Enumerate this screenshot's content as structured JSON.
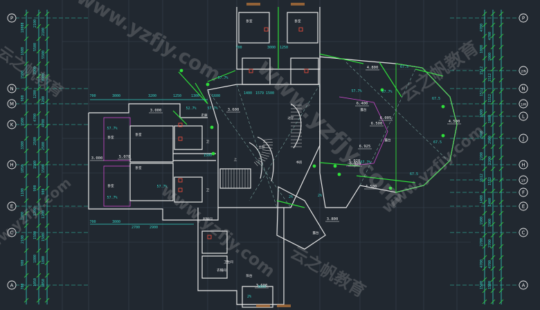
{
  "grid_axes_left": [
    "P",
    "N",
    "M",
    "K",
    "H",
    "E",
    "C",
    "A"
  ],
  "grid_axes_right": [
    "P",
    "2/N",
    "N",
    "1/M",
    "L",
    "J",
    "H",
    "1/F",
    "F",
    "E",
    "C",
    "A"
  ],
  "dims_left_outer": [
    "18000",
    "1600",
    "1500",
    "900",
    "1500",
    "3300",
    "1050",
    "1100",
    "1200",
    "2100",
    "900",
    "700"
  ],
  "dims_left_inner": [
    "2100",
    "5500",
    "3900",
    "1200",
    "4700",
    "2500",
    "1500",
    "900",
    "1200",
    "1500",
    "1800",
    "1050"
  ],
  "dims_right": [
    "4700",
    "1000",
    "1512",
    "1512",
    "1000",
    "2900",
    "2200",
    "1512",
    "1400",
    "1900",
    "2700",
    "4700",
    "1500"
  ],
  "dims_top": [
    "700",
    "3000",
    "3200",
    "1250",
    "1300",
    "1600",
    "1400",
    "1579",
    "1500",
    "1250",
    "700",
    "3000"
  ],
  "dims_bottom": [
    "700",
    "3000",
    "2700",
    "2900",
    "1500",
    "3600"
  ],
  "levels": [
    "3.000",
    "3.000",
    "5.078",
    "3.600",
    "3.800",
    "4.800",
    "6.500",
    "6.400",
    "6.925",
    "6.928",
    "6.005",
    "5.928",
    "4.500",
    "4.500",
    "3.600"
  ],
  "slopes": [
    "57.7%",
    "57.7%",
    "57.7%",
    "57.7%",
    "57.7%",
    "52.7%",
    "57.7%",
    "57.7%",
    "57.7%",
    "67.5",
    "67.5",
    "67.5",
    "67.5",
    "2%",
    "2%",
    "2%"
  ],
  "room_labels": [
    "卧室",
    "卧室",
    "卧室",
    "卧室",
    "卧室",
    "卧室",
    "露台",
    "露台",
    "上",
    "主卧",
    "起居间",
    "卫生间",
    "衣帽间",
    "书房",
    "阳台",
    "露台",
    "走廊",
    "过厅",
    "卫",
    "卫"
  ],
  "watermark_text": "www.yzfjy.com",
  "watermark_cn": "云之帆教育",
  "colors": {
    "background": "#212830",
    "grid_dash": "#2f9a8c",
    "grid_faint": "#3a4550",
    "wall": "#e8e8e8",
    "dim": "#34d3c6",
    "bubble": "#f0f0f0",
    "green": "#2fe03a",
    "red": "#e74c3c",
    "magenta": "#d24ad2",
    "yellow": "#e6d34a",
    "hatch": "#c47a3a"
  }
}
